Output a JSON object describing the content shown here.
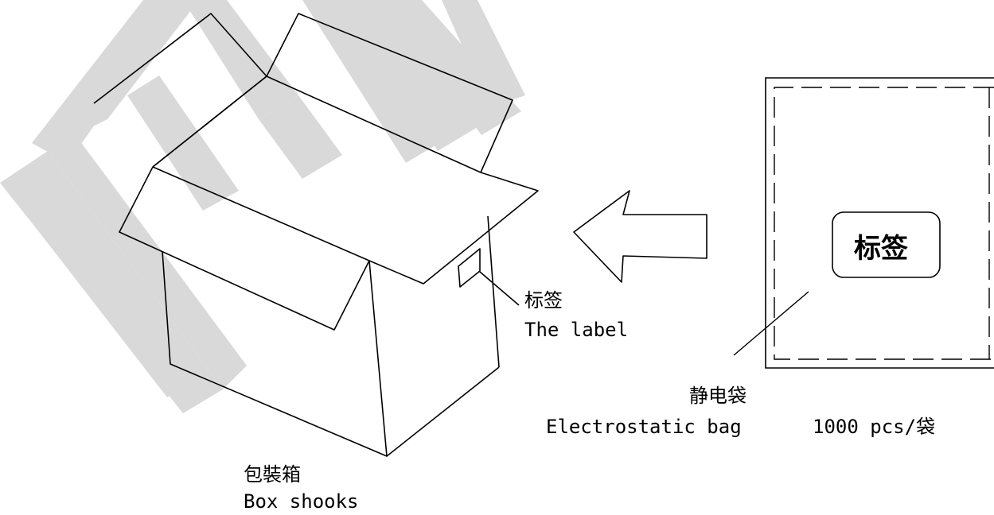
{
  "watermark": {
    "text": "NEW",
    "color": "#d9d9d9"
  },
  "box": {
    "label_zh": "包裝箱",
    "label_en": "Box shooks"
  },
  "box_label": {
    "label_zh": "标签",
    "label_en": "The label"
  },
  "bag": {
    "label_zh": "静电袋",
    "label_en": "Electrostatic bag",
    "quantity": "1000 pcs/袋",
    "tag_text": "标签"
  },
  "arrow": {
    "direction": "left"
  }
}
